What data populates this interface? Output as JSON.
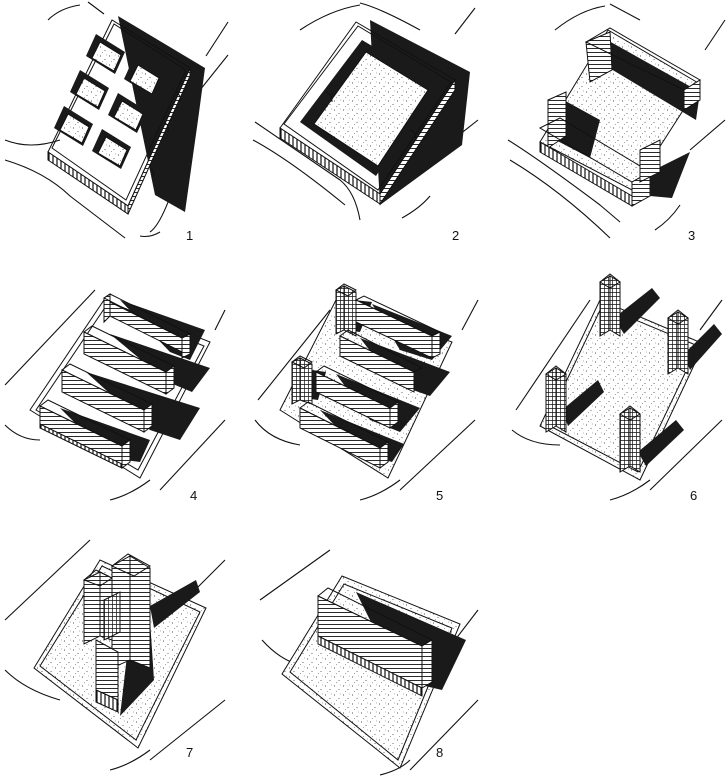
{
  "diagram": {
    "panels": [
      {
        "id": "p1",
        "number": "1"
      },
      {
        "id": "p2",
        "number": "2"
      },
      {
        "id": "p3",
        "number": "3"
      },
      {
        "id": "p4",
        "number": "4"
      },
      {
        "id": "p5",
        "number": "5"
      },
      {
        "id": "p6",
        "number": "6"
      },
      {
        "id": "p7",
        "number": "7"
      },
      {
        "id": "p8",
        "number": "8"
      }
    ]
  }
}
